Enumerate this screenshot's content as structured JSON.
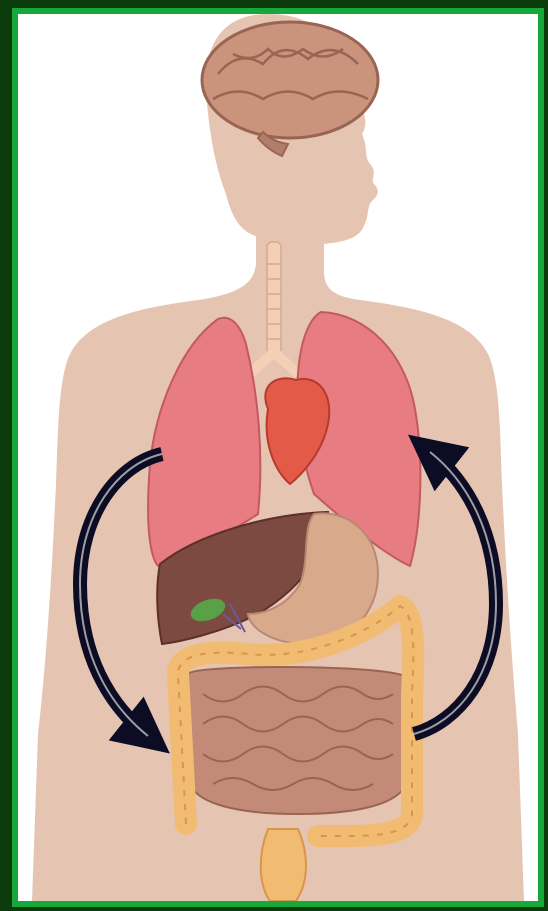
{
  "figure": {
    "subject": "human-torso-anatomy",
    "organs": [
      "brain",
      "trachea",
      "lungs",
      "heart",
      "liver",
      "gallbladder",
      "stomach",
      "large-intestine",
      "small-intestine",
      "rectum"
    ],
    "arrows": [
      "arrow-left-down",
      "arrow-right-up"
    ]
  },
  "colors": {
    "frame_outer": "#0b3b0b",
    "frame_border": "#16a83a",
    "skin": "#e6c4b2",
    "brain": "#c9937c",
    "lungs": "#e77d82",
    "heart": "#e45a48",
    "liver": "#7c4a40",
    "gallbladder": "#5aa046",
    "stomach": "#d9a98c",
    "large_intestine": "#f2bb72",
    "small_intestine": "#c48a78",
    "arrow": "#0c0c25"
  }
}
